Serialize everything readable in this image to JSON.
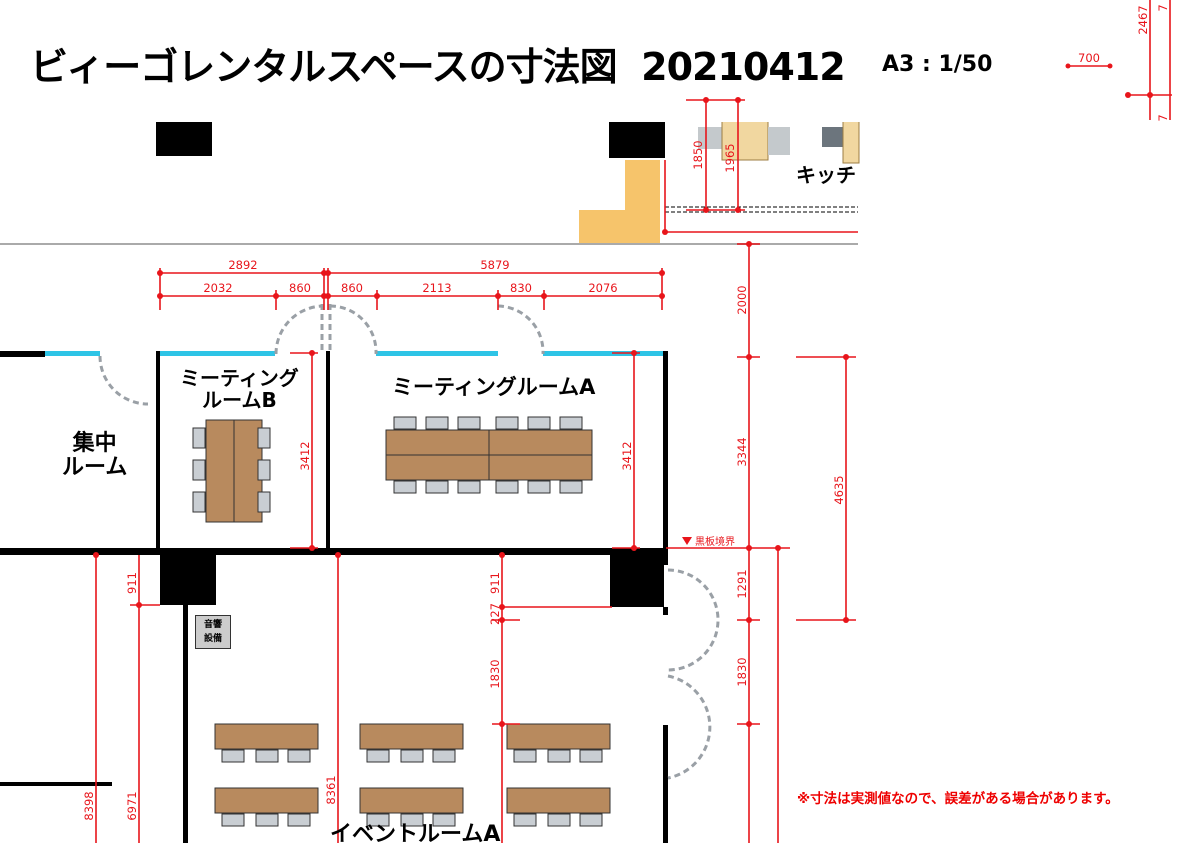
{
  "title": "ビィーゴレンタルスペースの寸法図",
  "date": "20210412",
  "scale": "A3 : 1/50",
  "note": "※寸法は実測値なので、誤差がある場合があります。",
  "rooms": {
    "kitchen": "キッチ",
    "meeting_b_line1": "ミーティング",
    "meeting_b_line2": "ルームB",
    "meeting_a": "ミーティングルームA",
    "focus_line1": "集中",
    "focus_line2": "ルーム",
    "event_a": "イベントルームA"
  },
  "equipment": {
    "line1": "音響",
    "line2": "設備"
  },
  "blackboard_label": "黒板境界",
  "dimensions": {
    "d700": "700",
    "d2467": "2467",
    "d7": "7",
    "d1850": "1850",
    "d1965": "1965",
    "d2892": "2892",
    "d5879": "5879",
    "d2032": "2032",
    "d860a": "860",
    "d860b": "860",
    "d2113": "2113",
    "d830": "830",
    "d2076": "2076",
    "d2000": "2000",
    "d3344": "3344",
    "d4635": "4635",
    "d3412b": "3412",
    "d3412a": "3412",
    "d911a": "911",
    "d911b": "911",
    "d227": "227",
    "d1830a": "1830",
    "d1291": "1291",
    "d1830b": "1830",
    "d8361": "8361",
    "d8398": "8398",
    "d6971": "6971"
  },
  "colors": {
    "dimension": "#e8151b",
    "window": "#2ec4e6",
    "table": "#b88a5e",
    "chair": "#c9ced3",
    "wall": "#000000",
    "kitchen_block": "#f6c46b"
  }
}
